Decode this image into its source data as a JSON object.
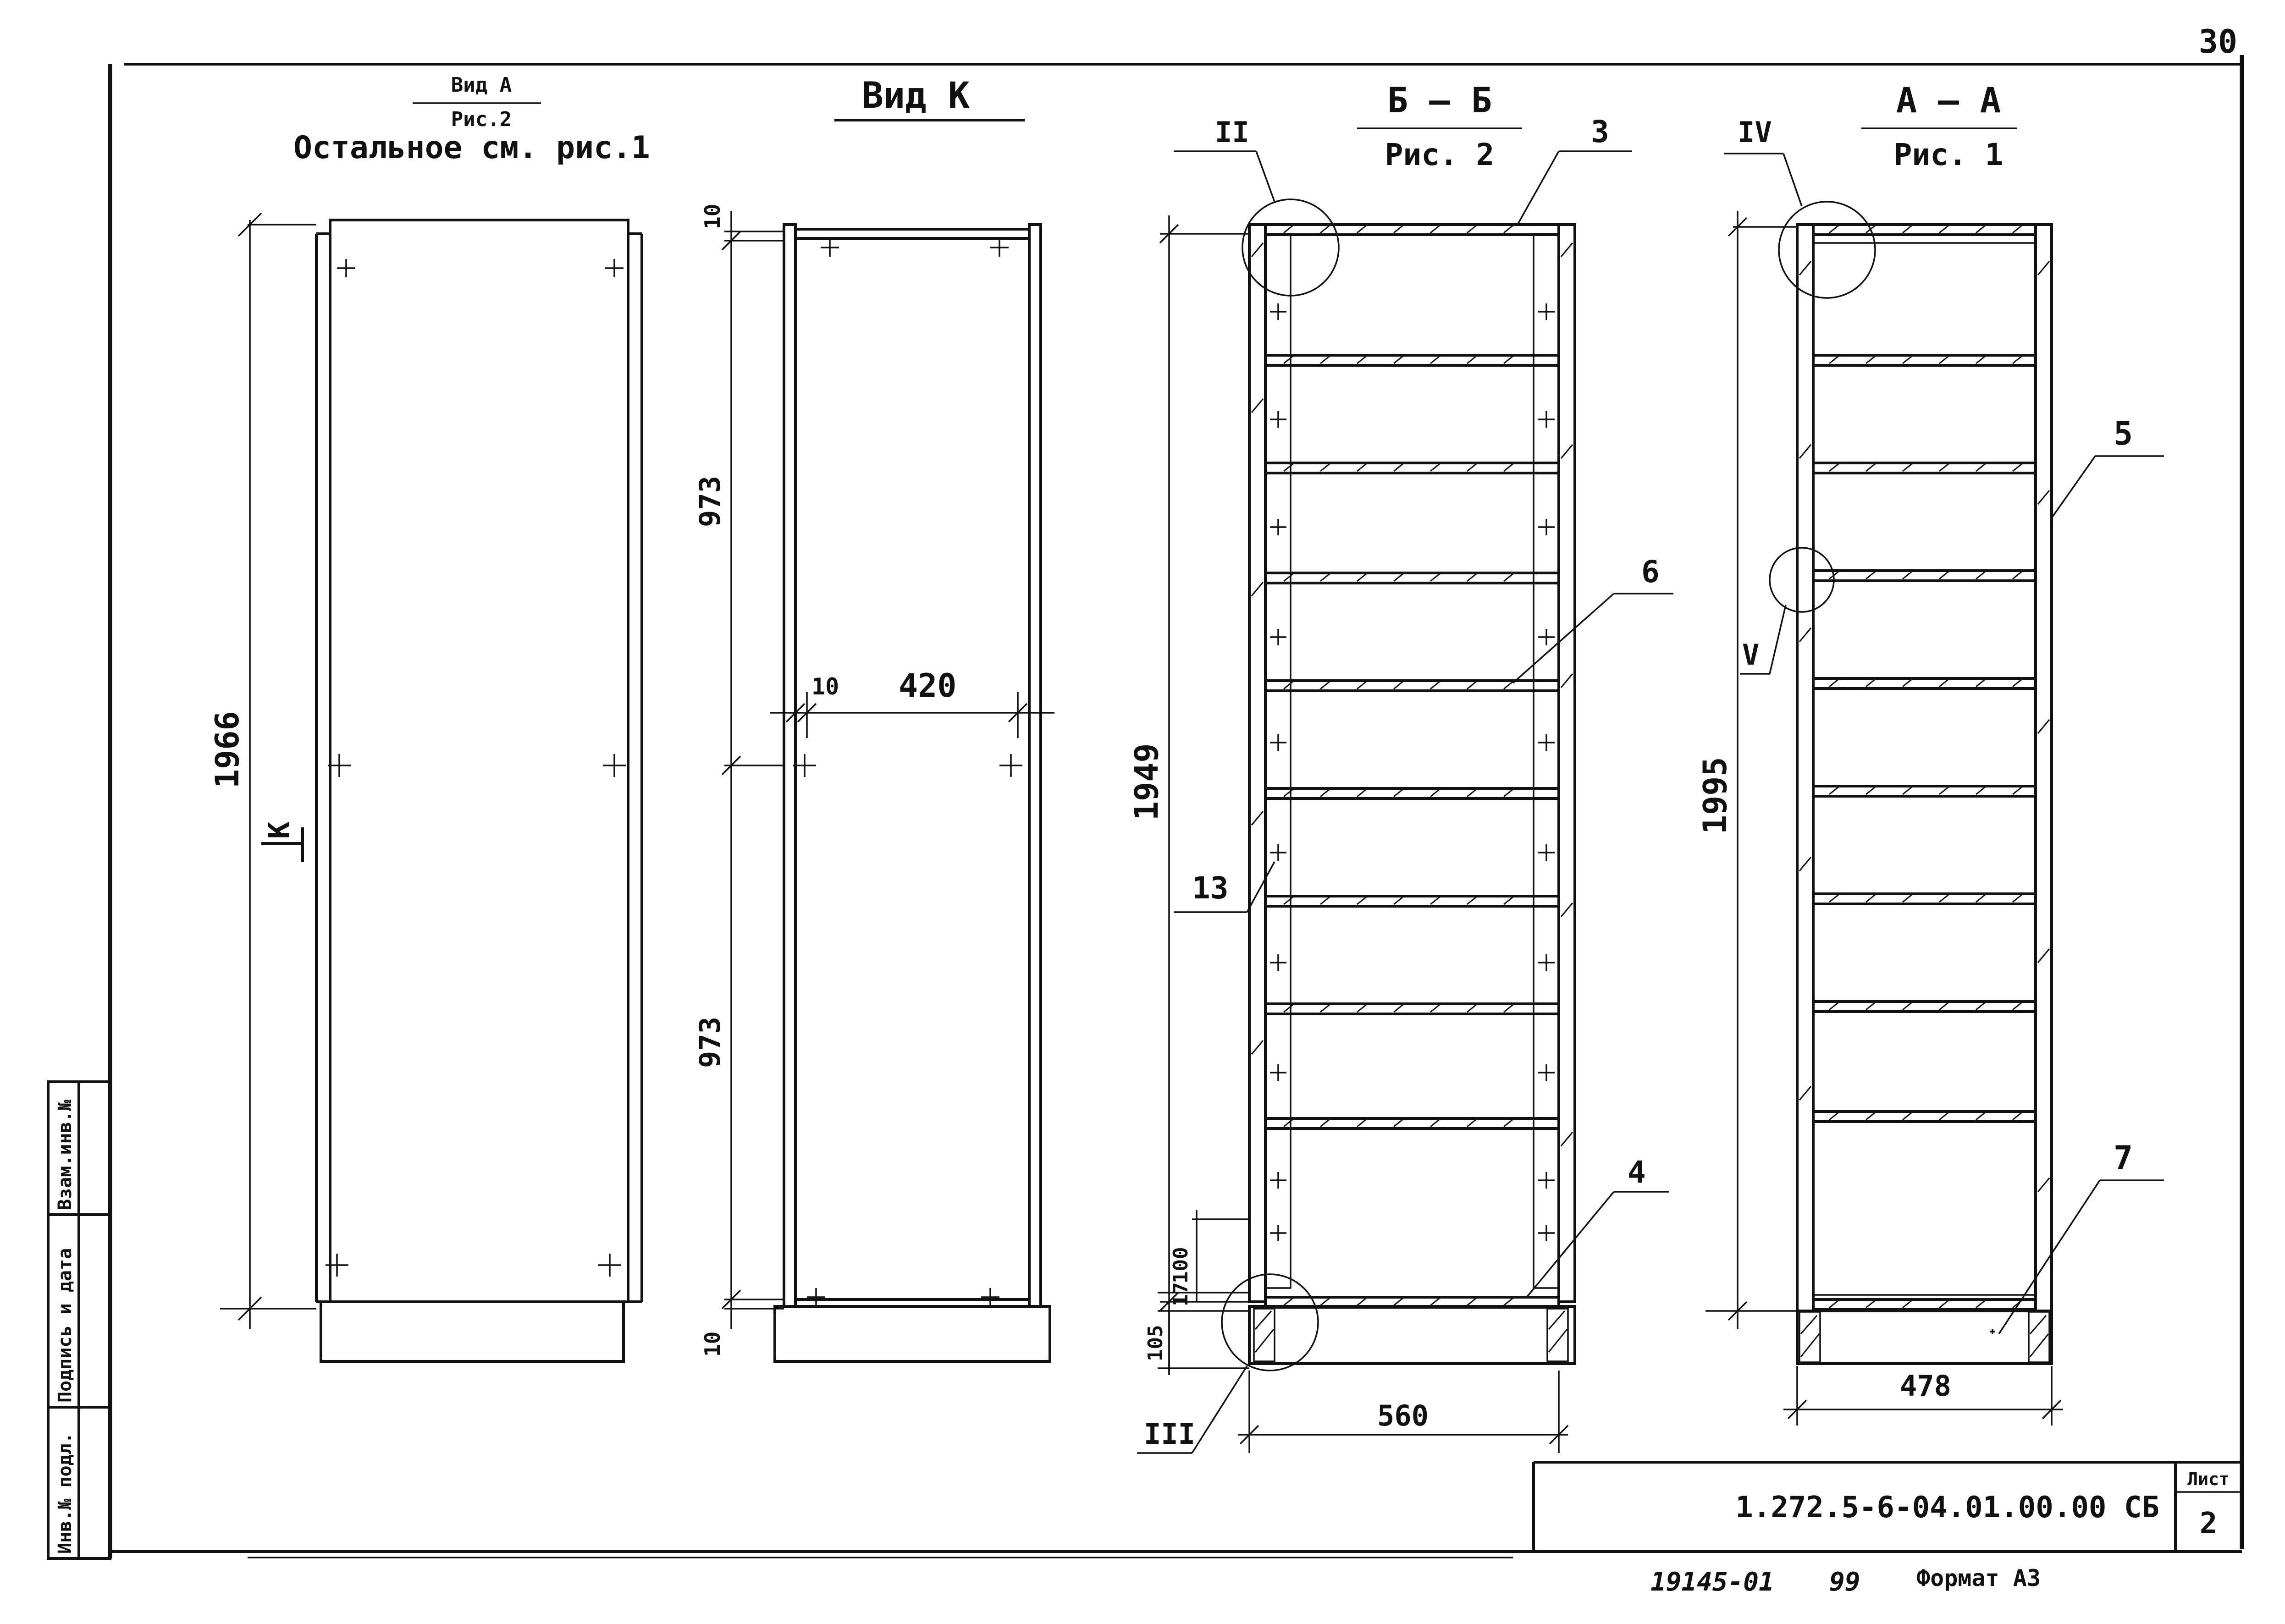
{
  "sheet": {
    "corner_mark": "30",
    "code": "1.272.5-6-04.01.00.00 СБ",
    "sheet_label": "Лист",
    "sheet_number": "2",
    "bottom_number": "19145-01",
    "bottom_mid": "99",
    "format": "Формат А3",
    "side_stamp": {
      "inv_podl": "Инв.№ подл.",
      "podpis": "Подпись и дата",
      "vzam": "Взам.инв.№"
    }
  },
  "views": {
    "view_a": {
      "title": "Вид А",
      "subtitle": "Рис.2",
      "note": "Остальное см. рис.1",
      "dim_height": "1966",
      "arrow_label": "К"
    },
    "view_k": {
      "title": "Вид К",
      "dim_top": "10",
      "dim_upper": "973",
      "dim_lower": "973",
      "dim_bottom": "10",
      "dim_side": "10",
      "dim_width": "420"
    },
    "section_bb": {
      "title": "Б – Б",
      "subtitle": "Рис. 2",
      "callout_ii": "II",
      "callout_iii": "III",
      "pos_3": "3",
      "pos_6": "6",
      "pos_13": "13",
      "pos_4": "4",
      "dim_height": "1949",
      "dim_100": "100",
      "dim_17": "17",
      "dim_105": "105",
      "dim_width": "560"
    },
    "section_aa": {
      "title": "А – А",
      "subtitle": "Рис. 1",
      "callout_iv": "IV",
      "callout_v": "V",
      "pos_5": "5",
      "pos_7": "7",
      "dim_height": "1995",
      "dim_width": "478"
    }
  }
}
